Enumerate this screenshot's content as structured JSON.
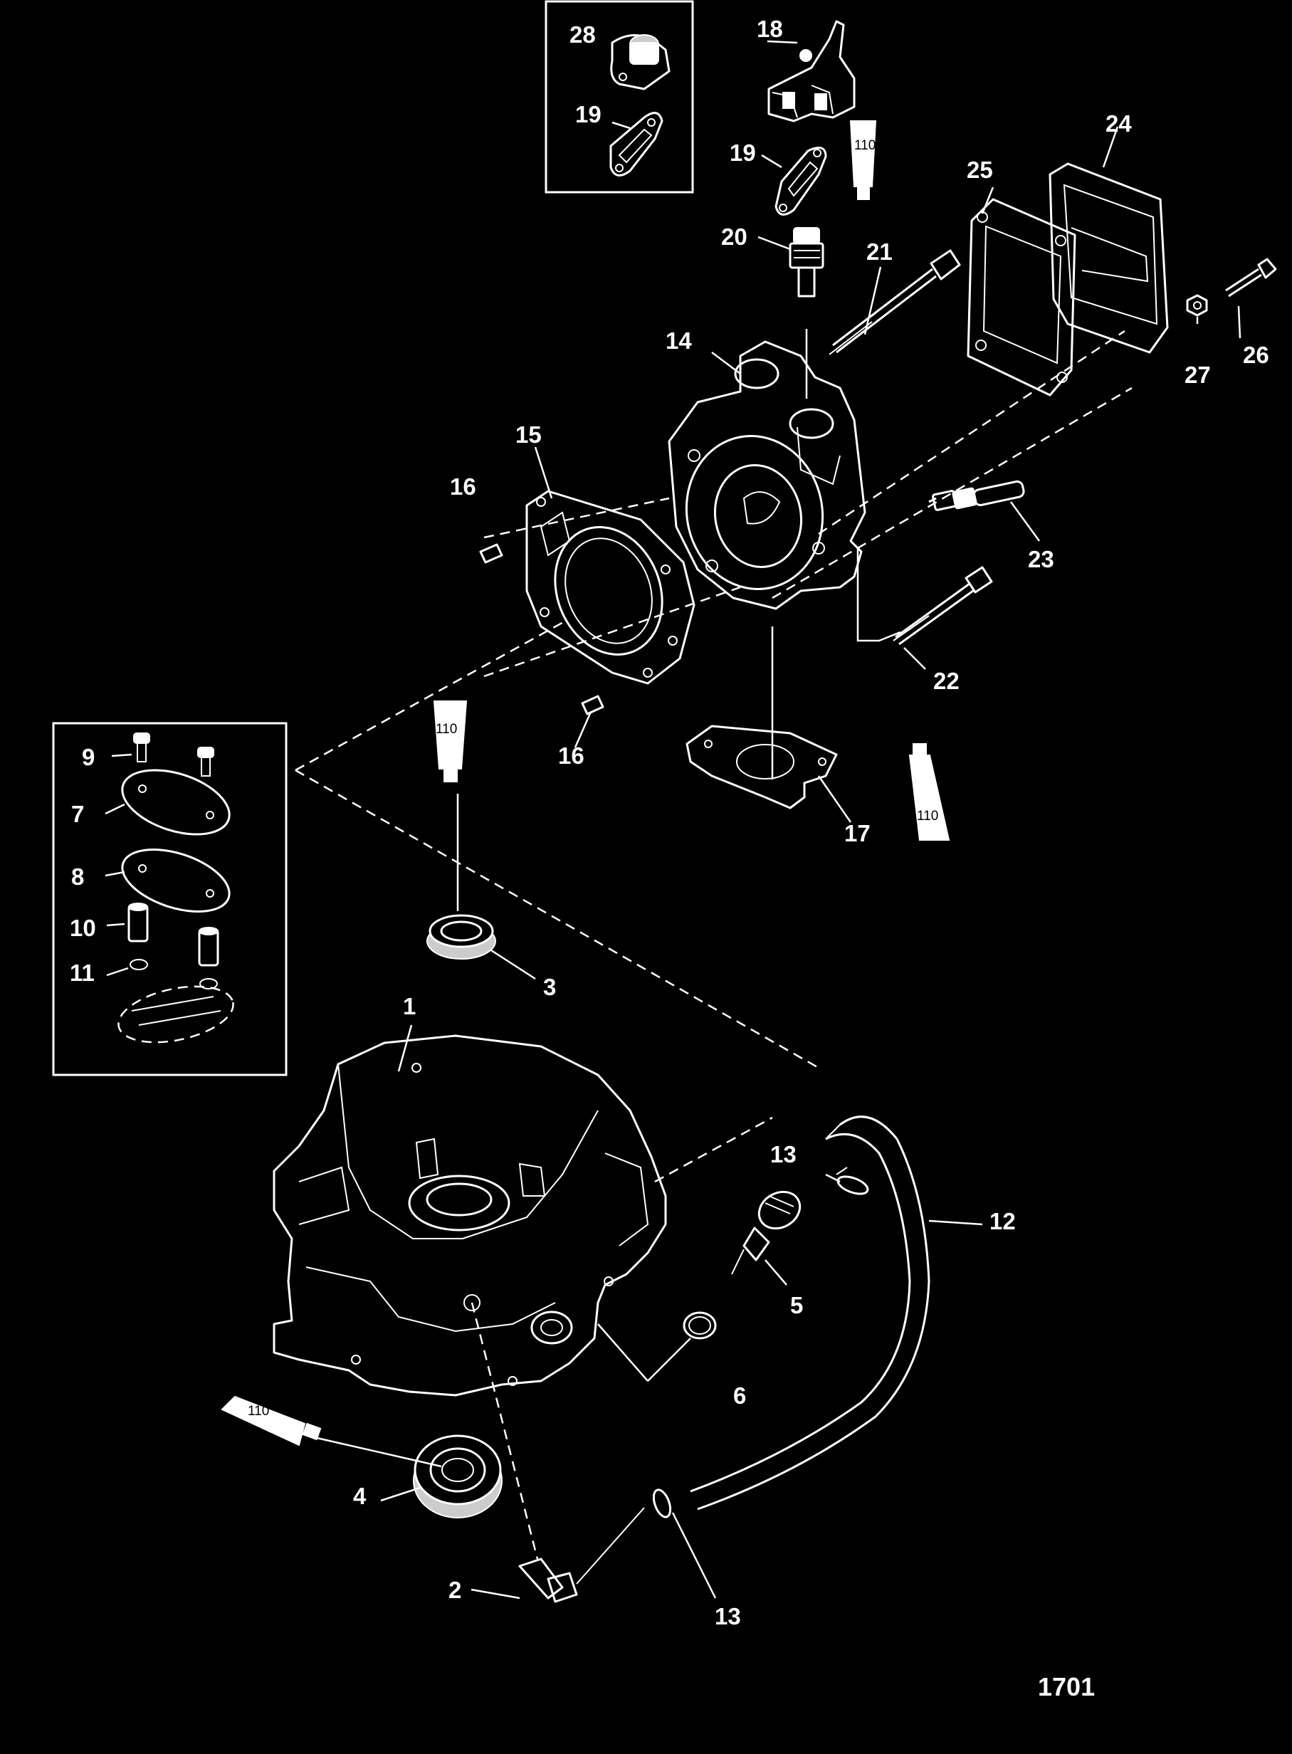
{
  "figure_number": "1701",
  "callouts": [
    {
      "id": "c1",
      "text": "1"
    },
    {
      "id": "c2",
      "text": "2"
    },
    {
      "id": "c3",
      "text": "3"
    },
    {
      "id": "c4",
      "text": "4"
    },
    {
      "id": "c5",
      "text": "5"
    },
    {
      "id": "c6",
      "text": "6"
    },
    {
      "id": "c7",
      "text": "7"
    },
    {
      "id": "c8",
      "text": "8"
    },
    {
      "id": "c9",
      "text": "9"
    },
    {
      "id": "c10",
      "text": "10"
    },
    {
      "id": "c11",
      "text": "11"
    },
    {
      "id": "c12",
      "text": "12"
    },
    {
      "id": "c13a",
      "text": "13"
    },
    {
      "id": "c13b",
      "text": "13"
    },
    {
      "id": "c14",
      "text": "14"
    },
    {
      "id": "c15",
      "text": "15"
    },
    {
      "id": "c16a",
      "text": "16"
    },
    {
      "id": "c16b",
      "text": "16"
    },
    {
      "id": "c17",
      "text": "17"
    },
    {
      "id": "c18",
      "text": "18"
    },
    {
      "id": "c19a",
      "text": "19"
    },
    {
      "id": "c19b",
      "text": "19"
    },
    {
      "id": "c20",
      "text": "20"
    },
    {
      "id": "c21",
      "text": "21"
    },
    {
      "id": "c22",
      "text": "22"
    },
    {
      "id": "c23",
      "text": "23"
    },
    {
      "id": "c24",
      "text": "24"
    },
    {
      "id": "c25",
      "text": "25"
    },
    {
      "id": "c26",
      "text": "26"
    },
    {
      "id": "c27",
      "text": "27"
    },
    {
      "id": "c28",
      "text": "28"
    }
  ],
  "sealant_tubes": [
    {
      "id": "t1",
      "text": "110"
    },
    {
      "id": "t2",
      "text": "110"
    },
    {
      "id": "t3",
      "text": "110"
    },
    {
      "id": "t4",
      "text": "110"
    }
  ]
}
